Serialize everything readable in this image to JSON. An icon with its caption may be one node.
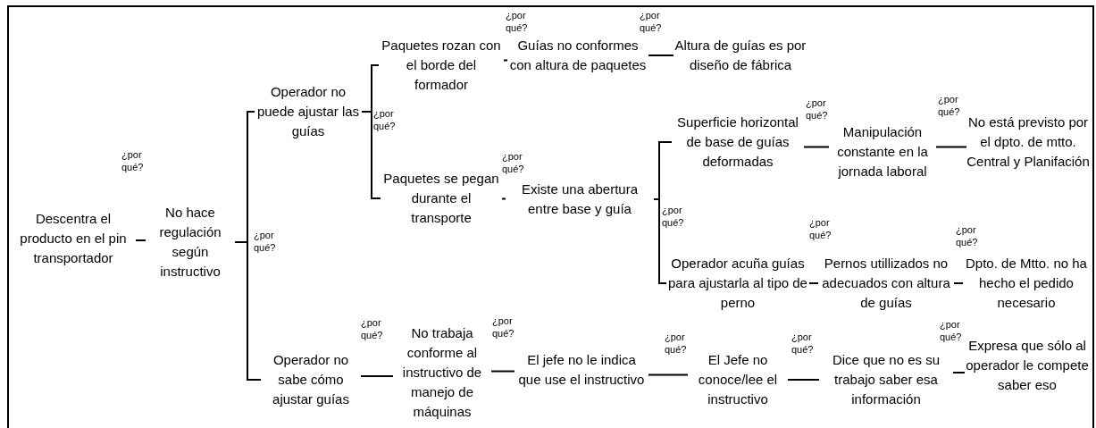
{
  "diagram": {
    "nodes": [
      {
        "text": [
          "Descentra el producto en el pin transportador"
        ]
      },
      {
        "text": [
          "No hace regulación según instructivo"
        ]
      },
      {
        "text": [
          "Operador no puede ajustar las guías"
        ]
      },
      {
        "text": [
          "Paquetes rozan con el borde del formador"
        ]
      },
      {
        "text": [
          "Guías no conformes con altura de paquetes"
        ]
      },
      {
        "text": [
          "Altura de guías es por diseño de fábrica"
        ]
      },
      {
        "text": [
          "Paquetes se pegan durante el transporte"
        ]
      },
      {
        "text": [
          "Existe una abertura entre base y guía"
        ]
      },
      {
        "text": [
          "Superficie horizontal de base de guías deformadas"
        ]
      },
      {
        "text": [
          "Manipulación constante en la jornada laboral"
        ]
      },
      {
        "text": [
          "No está previsto por el dpto. de mtto. Central y Planifación"
        ]
      },
      {
        "text": [
          "Operador acuña guías para ajustarla al tipo de perno"
        ]
      },
      {
        "text": [
          "Pernos utillizados no adecuados con altura de guías"
        ]
      },
      {
        "text": [
          "Dpto. de Mtto. no ha hecho el pedido necesario"
        ]
      },
      {
        "text": [
          "Operador no sabe cómo ajustar guías"
        ]
      },
      {
        "text": [
          "No trabaja conforme al instructivo de manejo de máquinas"
        ]
      },
      {
        "text": [
          "El jefe no le indica que use el instructivo"
        ]
      },
      {
        "text": [
          "El Jefe no conoce/lee el instructivo"
        ]
      },
      {
        "text": [
          "Dice que no es su trabajo saber esa información"
        ]
      },
      {
        "text": [
          "Expresa que sólo al operador le compete saber eso"
        ]
      }
    ],
    "edges": [
      {
        "from": 0,
        "to": 1,
        "arrow": "none"
      },
      {
        "from": 1,
        "to": 2,
        "arrow": "none"
      },
      {
        "from": 1,
        "to": 14,
        "arrow": "none"
      },
      {
        "from": 2,
        "to": 3,
        "arrow": "none"
      },
      {
        "from": 2,
        "to": 6,
        "arrow": "none"
      },
      {
        "from": 3,
        "to": 4,
        "arrow": "none"
      },
      {
        "from": 4,
        "to": 5,
        "arrow": "none"
      },
      {
        "from": 6,
        "to": 7,
        "arrow": "none"
      },
      {
        "from": 7,
        "to": 8,
        "arrow": "none"
      },
      {
        "from": 7,
        "to": 11,
        "arrow": "none"
      },
      {
        "from": 8,
        "to": 9,
        "arrow": "none"
      },
      {
        "from": 9,
        "to": 10,
        "arrow": "none"
      },
      {
        "from": 11,
        "to": 12,
        "arrow": "none"
      },
      {
        "from": 12,
        "to": 13,
        "arrow": "none"
      },
      {
        "from": 14,
        "to": 15,
        "arrow": "none"
      },
      {
        "from": 15,
        "to": 16,
        "arrow": "none"
      },
      {
        "from": 16,
        "to": 17,
        "arrow": "none"
      },
      {
        "from": 17,
        "to": 18,
        "arrow": "none"
      },
      {
        "from": 18,
        "to": 19,
        "arrow": "none"
      }
    ],
    "labels": [
      "¿por qué?",
      "¿por qué?",
      "¿por qué?",
      "¿por qué?",
      "¿por qué?",
      "¿por qué?",
      "¿por qué?",
      "¿por qué?",
      "¿por qué?",
      "¿por qué?",
      "¿por qué?",
      "¿por qué?",
      "¿por qué?",
      "¿por qué?",
      "¿por qué?",
      "¿por qué?"
    ]
  }
}
